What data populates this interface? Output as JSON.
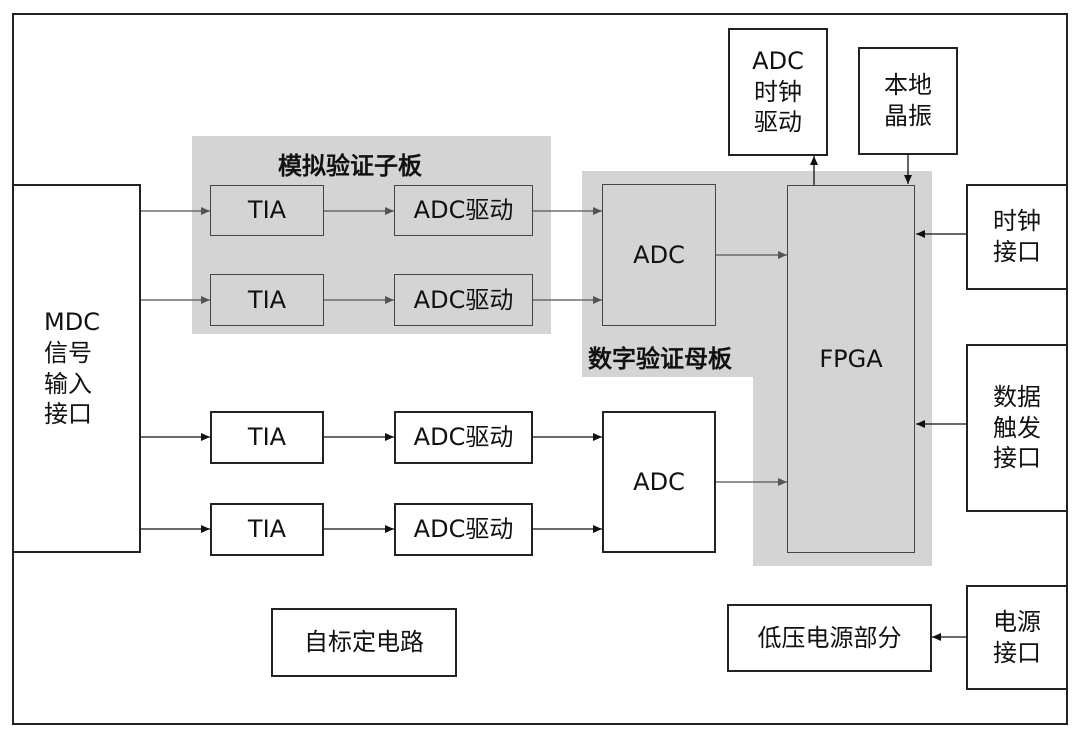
{
  "analog_board": {
    "title": "模拟验证子板",
    "tia_1": "TIA",
    "adc_driver_1": "ADC驱动",
    "tia_2": "TIA",
    "adc_driver_2": "ADC驱动"
  },
  "digital_board": {
    "title": "数字验证母板",
    "adc": "ADC",
    "fpga": "FPGA"
  },
  "input_interface": "MDC\n信号\n输入\n接口",
  "lower_chain": {
    "tia_3": "TIA",
    "adc_driver_3": "ADC驱动",
    "tia_4": "TIA",
    "adc_driver_4": "ADC驱动",
    "adc": "ADC"
  },
  "adc_clock_driver": "ADC\n时钟\n驱动",
  "local_oscillator": "本地\n晶振",
  "clock_interface": "时钟\n接口",
  "trigger_interface": "数据\n触发\n接口",
  "self_calibration": "自标定电路",
  "low_voltage_power": "低压电源部分",
  "power_interface": "电源\n接口",
  "colors": {
    "board_fill": "#d4d4d4",
    "line": "#222222",
    "grey_line": "#555555"
  }
}
